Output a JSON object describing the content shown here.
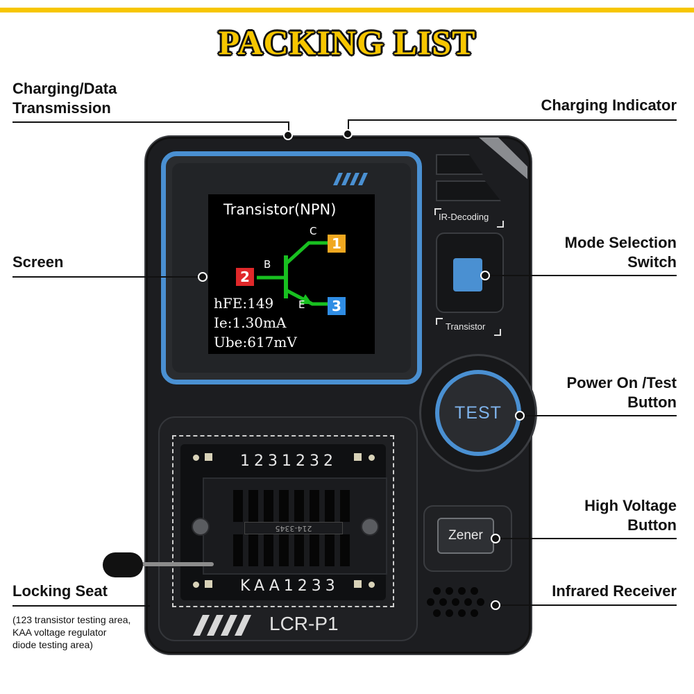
{
  "title": "PACKING LIST",
  "callouts": {
    "charging_data": {
      "line1": "Charging/Data",
      "line2": "Transmission"
    },
    "charging_indicator": "Charging Indicator",
    "screen": "Screen",
    "mode_selection": {
      "line1": "Mode Selection",
      "line2": "Switch"
    },
    "power_on_test": {
      "line1": "Power On /Test",
      "line2": "Button"
    },
    "high_voltage": {
      "line1": "High Voltage",
      "line2": "Button"
    },
    "locking_seat": "Locking Seat",
    "locking_seat_note": {
      "line1": "(123 transistor testing area,",
      "line2": "KAA voltage regulator",
      "line3": "diode testing area)"
    },
    "infrared_receiver": "Infrared Receiver"
  },
  "device": {
    "model": "LCR-P1",
    "lcd": {
      "heading": "Transistor(NPN)",
      "pin_c": "C",
      "pin_b": "B",
      "pin_e": "E",
      "pin1": "1",
      "pin2": "2",
      "pin3": "3",
      "line_hfe": "hFE:149",
      "line_ie": "Ie:1.30mA",
      "line_ube": "Ube:617mV"
    },
    "switch_top_label": "IR-Decoding",
    "switch_bottom_label": "Transistor",
    "test_button": "TEST",
    "zener_button": "Zener",
    "socket_top_numbers": "1231232",
    "socket_bottom_numbers": "KAA1233",
    "zif_part_number": "214-3345"
  },
  "colors": {
    "accent_blue": "#4a90d2",
    "title_yellow": "#f7c600",
    "pin1_orange": "#f0a820",
    "pin2_red": "#e0282a",
    "pin3_blue": "#2f8de4",
    "lcd_green": "#18c020"
  }
}
